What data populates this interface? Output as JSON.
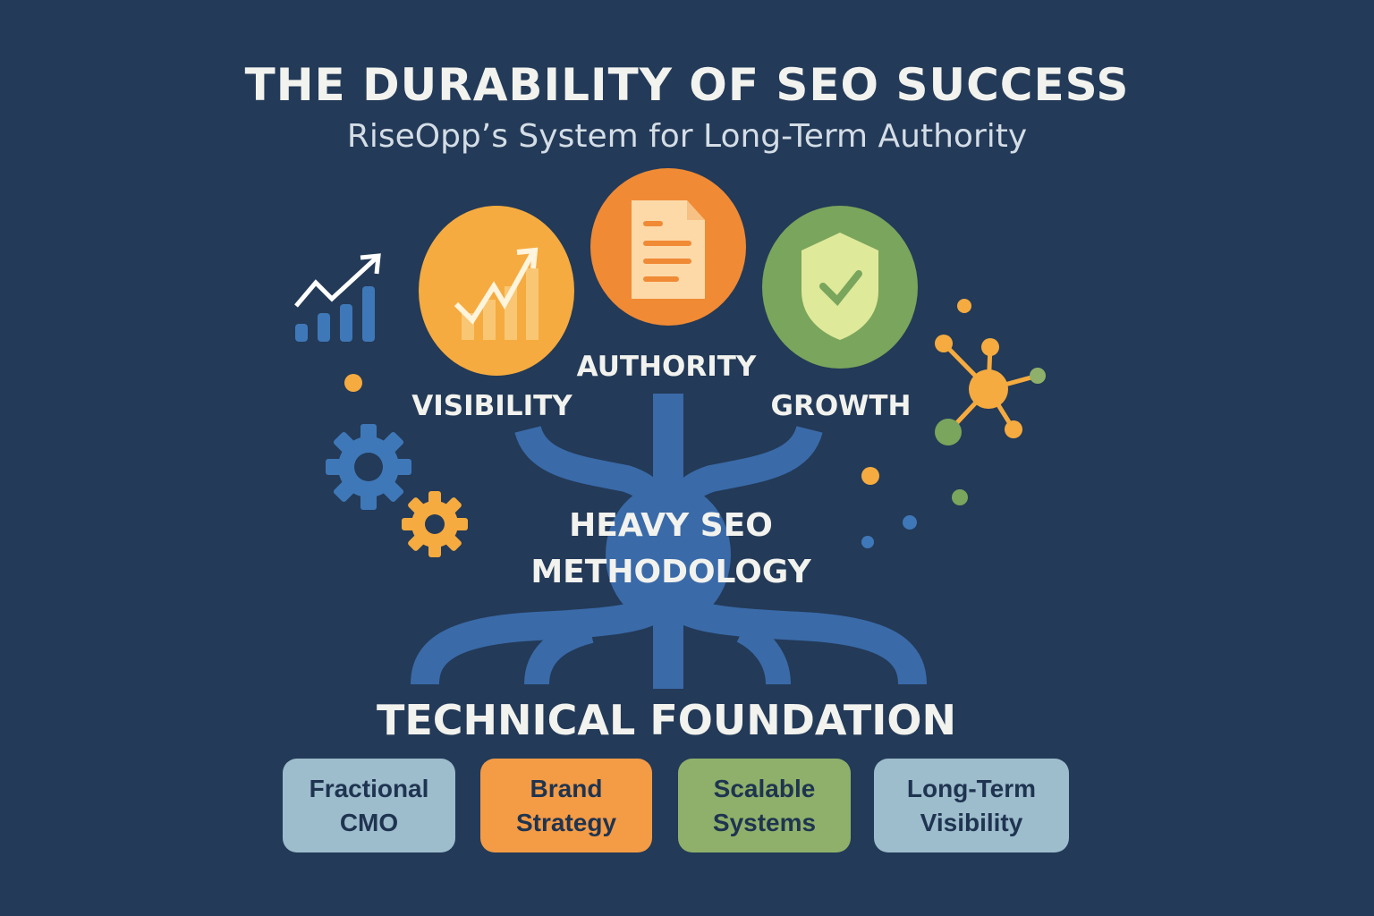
{
  "title": "THE DURABILITY OF SEO SUCCESS",
  "subtitle": "RiseOpp’s System for Long-Term Authority",
  "pillars": [
    {
      "label": "VISIBILITY",
      "icon": "chart-trend-icon",
      "color": "#f5ab3f"
    },
    {
      "label": "AUTHORITY",
      "icon": "document-icon",
      "color": "#f08a35"
    },
    {
      "label": "GROWTH",
      "icon": "shield-check-icon",
      "color": "#7aa55c"
    }
  ],
  "core": {
    "line1": "HEAVY SEO",
    "line2": "METHODOLOGY"
  },
  "foundation_title": "TECHNICAL FOUNDATION",
  "foundation": [
    {
      "line1": "Fractional",
      "line2": "CMO",
      "color": "#9dbccc"
    },
    {
      "line1": "Brand",
      "line2": "Strategy",
      "color": "#f49b45"
    },
    {
      "line1": "Scalable",
      "line2": "Systems",
      "color": "#8fb06a"
    },
    {
      "line1": "Long-Term",
      "line2": "Visibility",
      "color": "#9dbccc"
    }
  ],
  "colors": {
    "background": "#233a58",
    "tree": "#3a6aa8",
    "text": "#f2f2ee"
  }
}
